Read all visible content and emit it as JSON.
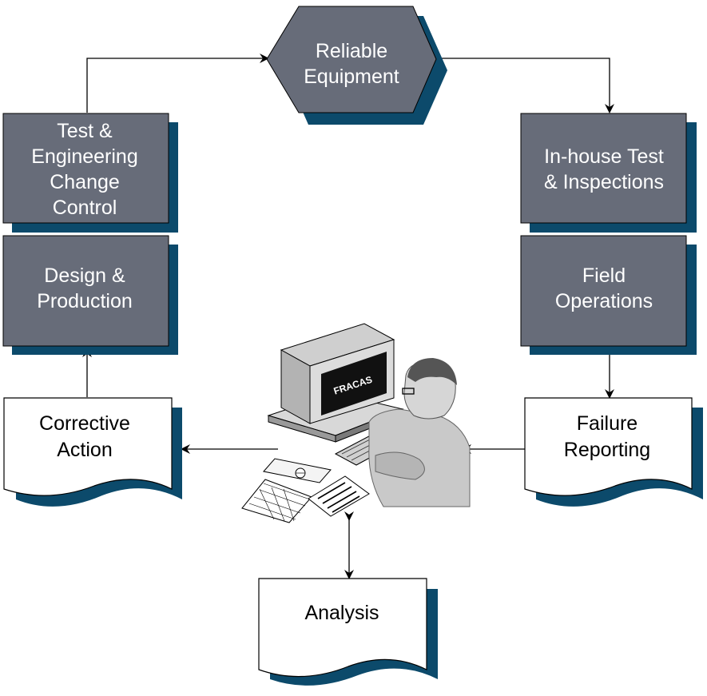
{
  "nodes": {
    "reliable_equipment": {
      "line1": "Reliable",
      "line2": "Equipment"
    },
    "test_engineering": {
      "line1": "Test &",
      "line2": "Engineering",
      "line3": "Change",
      "line4": "Control"
    },
    "design_production": {
      "line1": "Design &",
      "line2": "Production"
    },
    "inhouse_test": {
      "line1": "In-house Test",
      "line2": "& Inspections"
    },
    "field_operations": {
      "line1": "Field",
      "line2": "Operations"
    },
    "corrective_action": {
      "line1": "Corrective",
      "line2": "Action"
    },
    "failure_reporting": {
      "line1": "Failure",
      "line2": "Reporting"
    },
    "analysis": {
      "line1": "Analysis"
    }
  },
  "center": {
    "screen_label": "FRACAS"
  },
  "colors": {
    "box_fill": "#676c79",
    "box_shadow": "#0c4a6b",
    "box_text": "#ffffff",
    "doc_fill": "#ffffff",
    "doc_text": "#000000"
  }
}
